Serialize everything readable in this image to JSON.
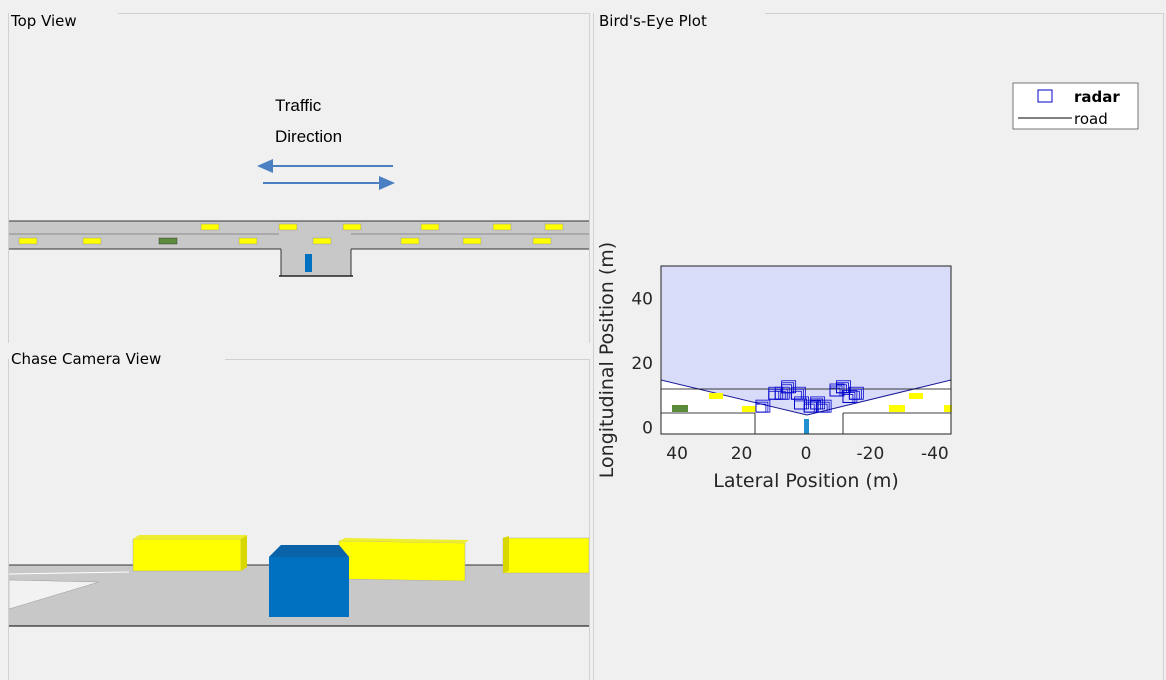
{
  "panels": {
    "top_view": {
      "title": "Top View"
    },
    "chase_view": {
      "title": "Chase Camera View"
    },
    "birds_eye": {
      "title": "Bird's-Eye Plot"
    }
  },
  "top_view": {
    "annotation_line1": "Traffic",
    "annotation_line2": "Direction"
  },
  "birds_eye_plot": {
    "xlabel": "Lateral Position (m)",
    "ylabel": "Longitudinal Position (m)",
    "xticks": [
      "40",
      "20",
      "0",
      "-20",
      "-40"
    ],
    "yticks": [
      "0",
      "20",
      "40"
    ],
    "legend": {
      "radar": "radar",
      "road": "road"
    }
  },
  "colors": {
    "actor": "#ffff00",
    "ego": "#0070c0",
    "parked": "#5a8a3a",
    "radar_coverage": "#d8dcf8",
    "detections": "#0000cc",
    "arrow": "#4a7fc1"
  },
  "chart_data": {
    "type": "scatter",
    "title": "",
    "xlabel": "Lateral Position (m)",
    "ylabel": "Longitudinal Position (m)",
    "xlim": [
      45,
      -45
    ],
    "ylim": [
      -2,
      50
    ],
    "x_reversed": true,
    "series": [
      {
        "name": "radar",
        "marker": "square",
        "x": [
          14,
          10,
          8,
          6,
          3,
          2,
          -1,
          -3,
          -5,
          -9,
          -11,
          -13,
          -15
        ],
        "y": [
          6,
          10,
          10,
          12,
          10,
          7,
          6,
          7,
          6,
          11,
          12,
          9,
          10
        ]
      },
      {
        "name": "road",
        "marker": "line"
      }
    ]
  }
}
